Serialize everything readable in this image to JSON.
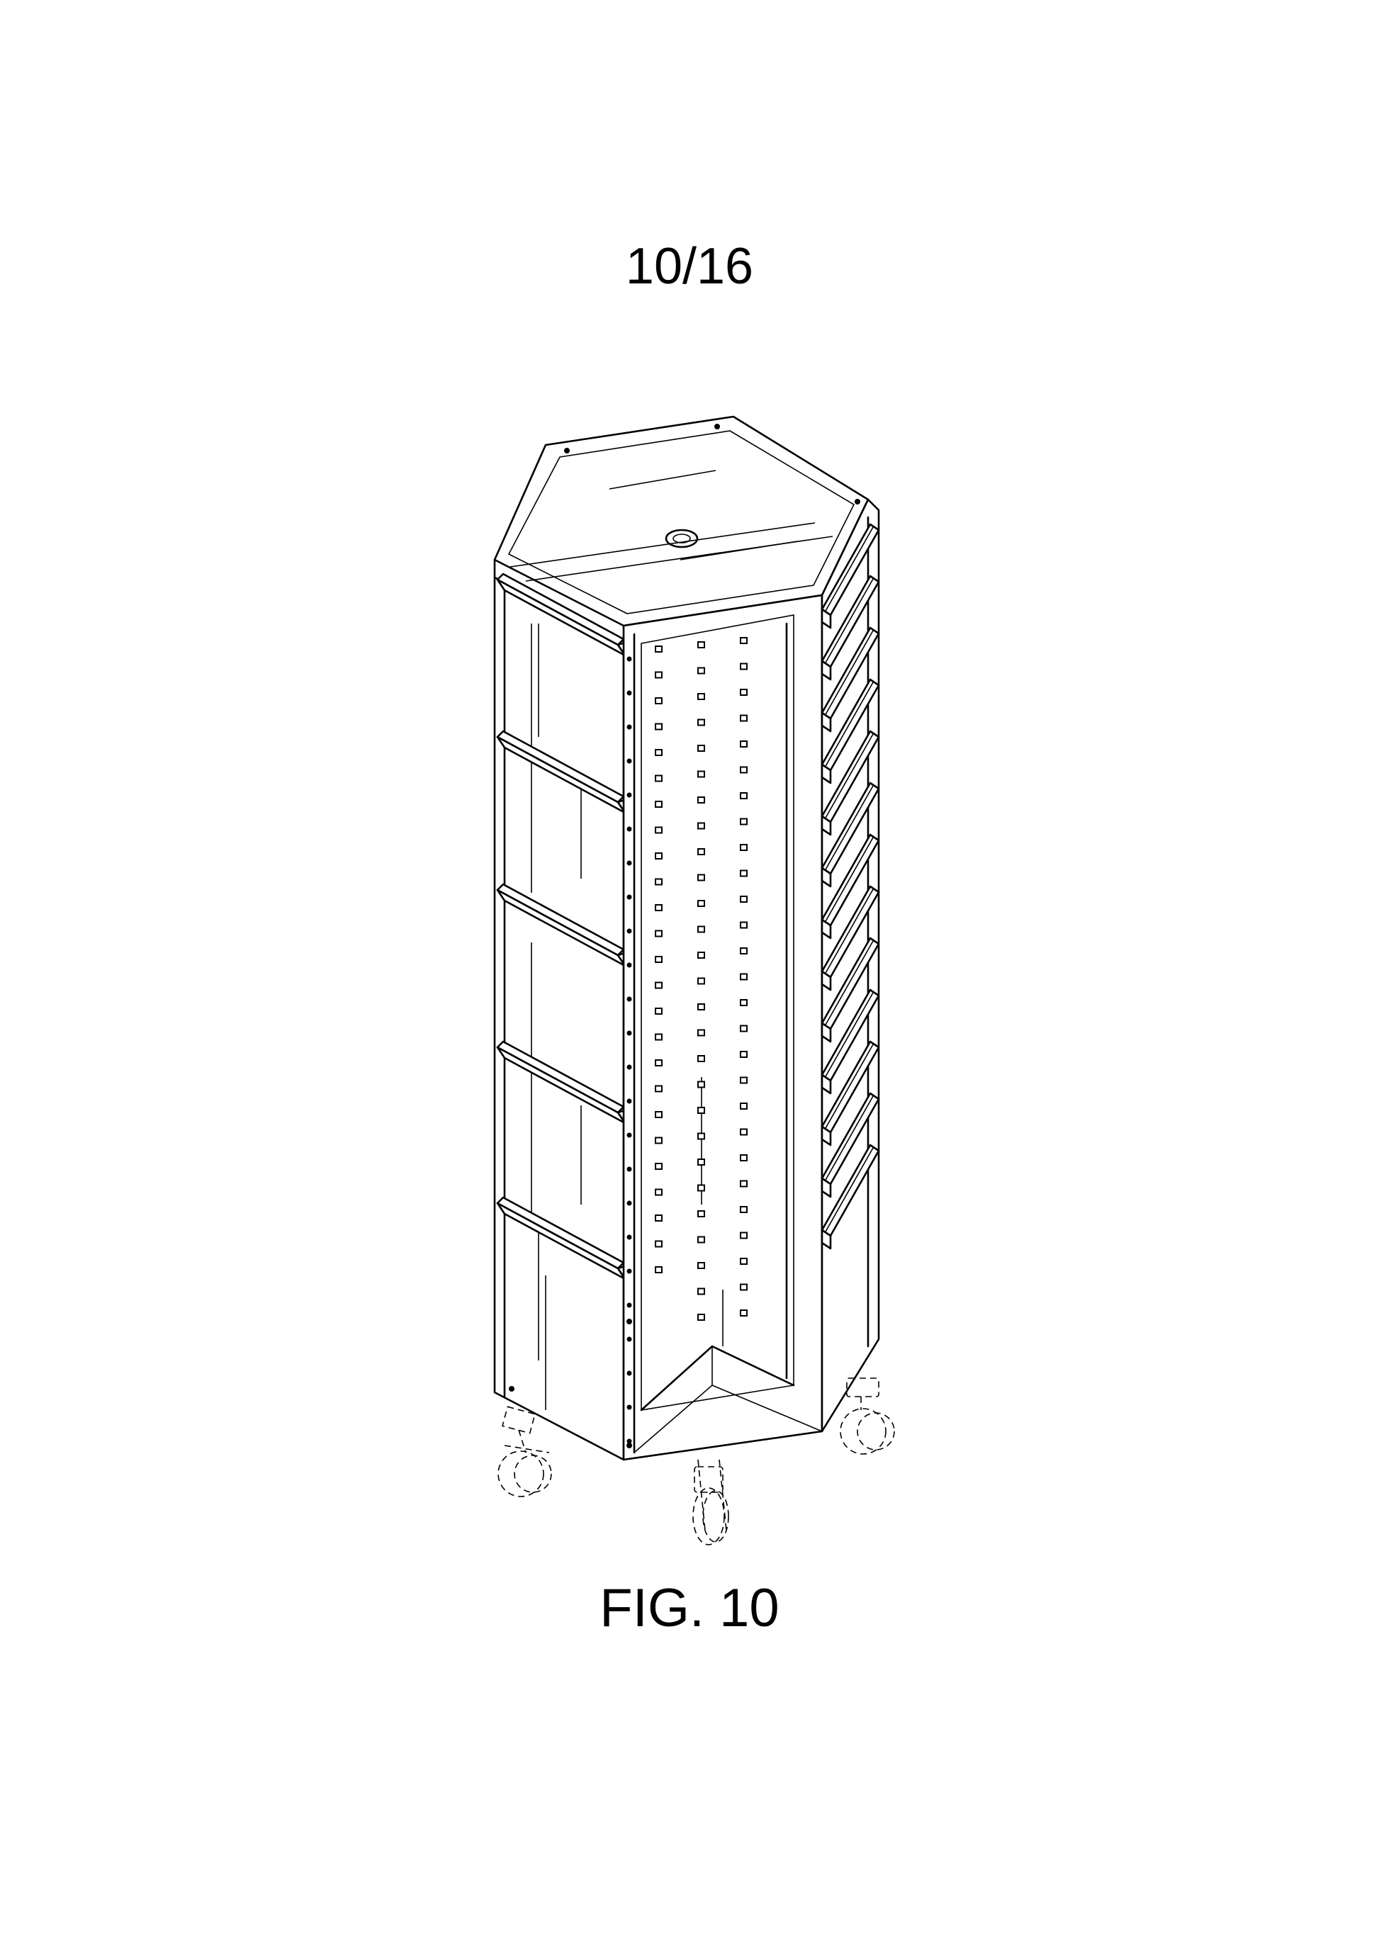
{
  "page": {
    "sheet_number": "10/16",
    "figure_label": "FIG. 10"
  },
  "drawing": {
    "subject_icon": "rotating-display-tower-illustration",
    "stroke_color": "#000000",
    "background_color": "#ffffff"
  }
}
